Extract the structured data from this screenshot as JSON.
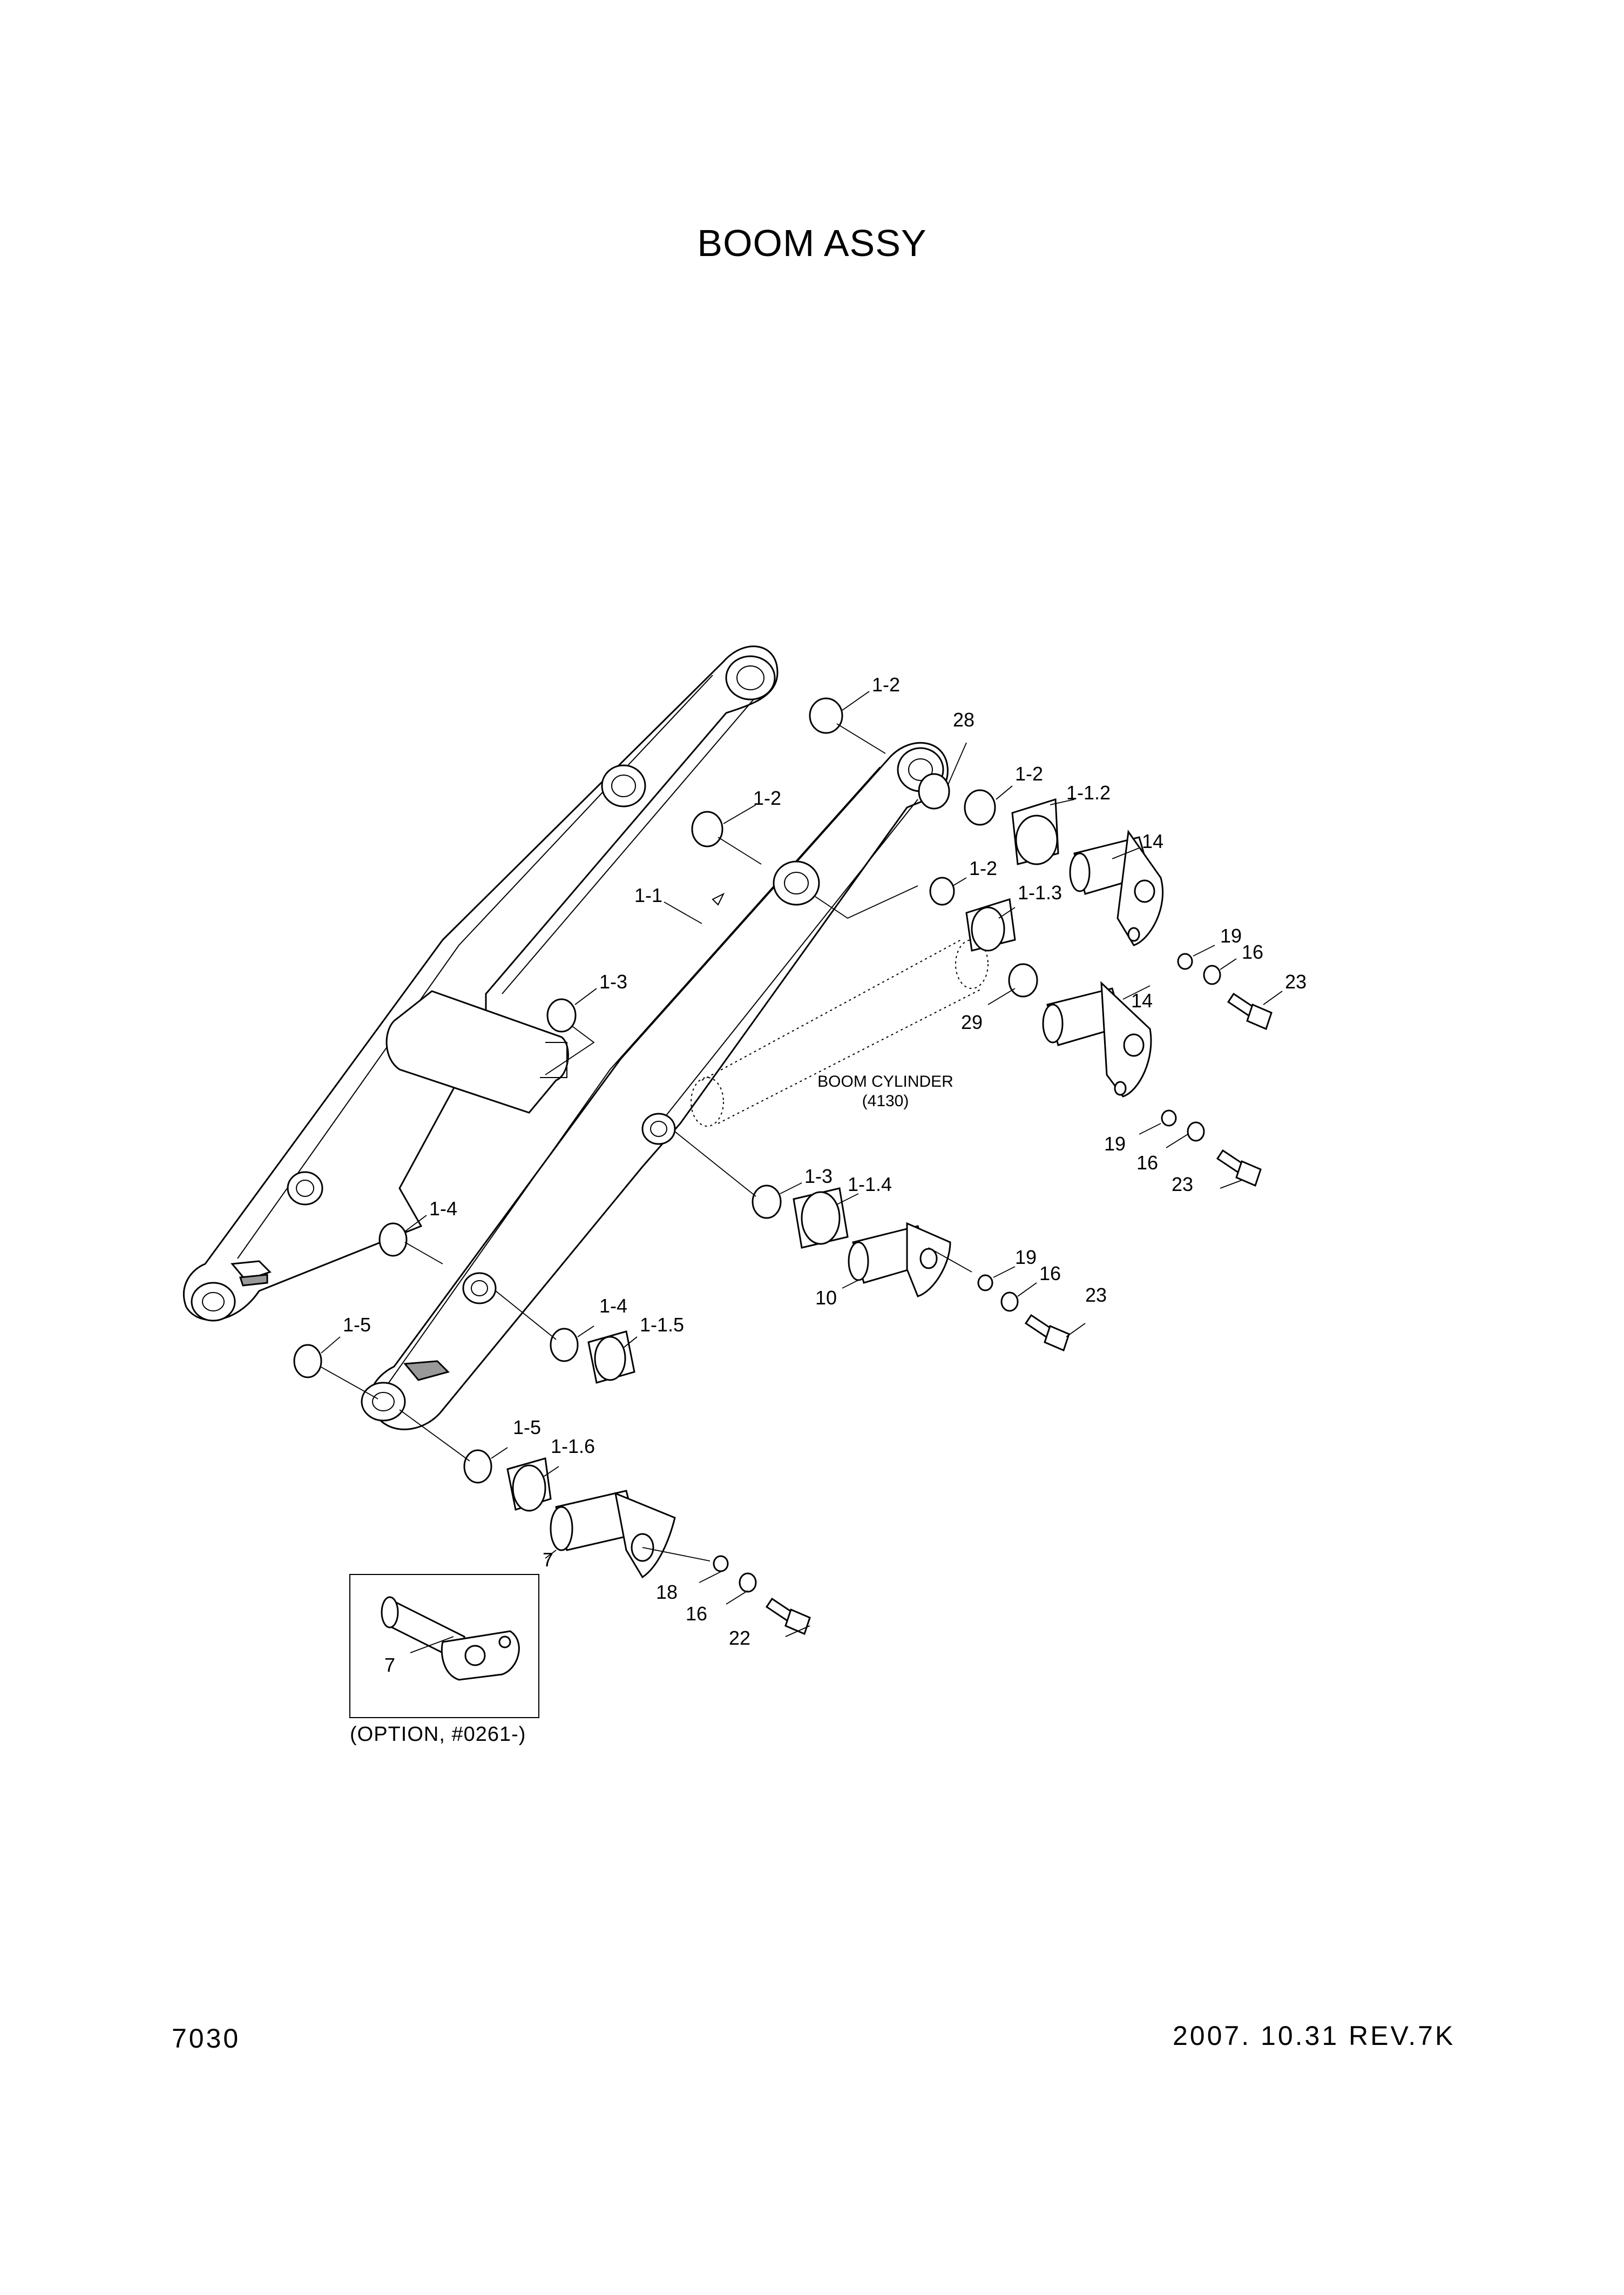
{
  "title": "BOOM ASSY",
  "page_number": "7030",
  "revision": "2007. 10.31  REV.7K",
  "option_caption": "(OPTION, #0261-)",
  "cylinder_label": {
    "name": "BOOM CYLINDER",
    "ref": "(4130)"
  },
  "callouts": {
    "c_1_2_a": "1-2",
    "c_28": "28",
    "c_1_2_b": "1-2",
    "c_1_1_2": "1-1.2",
    "c_14_a": "14",
    "c_1_2_c": "1-2",
    "c_1_2_d": "1-2",
    "c_1_1_3": "1-1.3",
    "c_1_1": "1-1",
    "c_1_3_a": "1-3",
    "c_19_a": "19",
    "c_16_a": "16",
    "c_23_a": "23",
    "c_29": "29",
    "c_14_b": "14",
    "c_19_b": "19",
    "c_16_b": "16",
    "c_23_b": "23",
    "c_1_3_b": "1-3",
    "c_1_1_4": "1-1.4",
    "c_1_4_a": "1-4",
    "c_19_c": "19",
    "c_16_c": "16",
    "c_10": "10",
    "c_23_c": "23",
    "c_1_4_b": "1-4",
    "c_1_1_5": "1-1.5",
    "c_1_5_a": "1-5",
    "c_1_5_b": "1-5",
    "c_1_1_6": "1-1.6",
    "c_7_a": "7",
    "c_18": "18",
    "c_16_d": "16",
    "c_22": "22",
    "c_7_b": "7"
  }
}
